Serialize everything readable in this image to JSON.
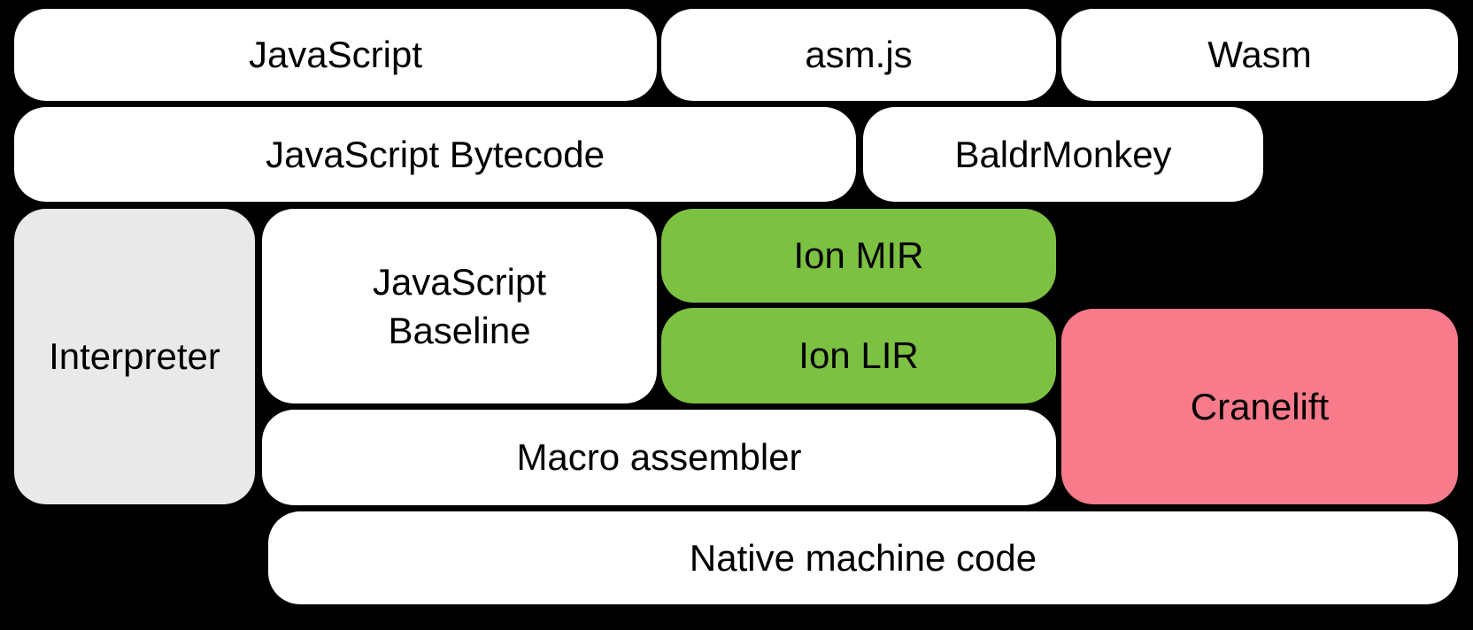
{
  "diagram": {
    "type": "block-diagram",
    "colors": {
      "background": "#000000",
      "node_default": "#ffffff",
      "node_interpreter": "#e9e9e9",
      "node_ion": "#7dc142",
      "node_cranelift": "#f87b8b",
      "text": "#000000"
    },
    "nodes": [
      {
        "id": "javascript",
        "label": "JavaScript"
      },
      {
        "id": "asmjs",
        "label": "asm.js"
      },
      {
        "id": "wasm",
        "label": "Wasm"
      },
      {
        "id": "javascript-bytecode",
        "label": "JavaScript Bytecode"
      },
      {
        "id": "baldrmonkey",
        "label": "BaldrMonkey"
      },
      {
        "id": "interpreter",
        "label": "Interpreter"
      },
      {
        "id": "javascript-baseline",
        "label": "JavaScript\nBaseline"
      },
      {
        "id": "ion-mir",
        "label": "Ion MIR"
      },
      {
        "id": "ion-lir",
        "label": "Ion LIR"
      },
      {
        "id": "cranelift",
        "label": "Cranelift"
      },
      {
        "id": "macro-assembler",
        "label": "Macro assembler"
      },
      {
        "id": "native-machine-code",
        "label": "Native machine code"
      }
    ]
  }
}
